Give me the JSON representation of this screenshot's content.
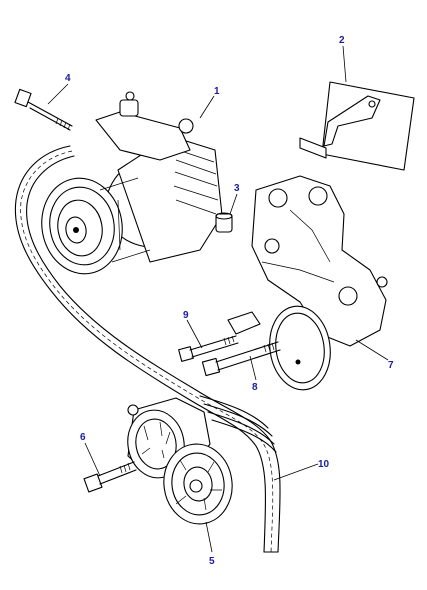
{
  "callouts": [
    {
      "id": "1",
      "text": "1"
    },
    {
      "id": "2",
      "text": "2"
    },
    {
      "id": "3",
      "text": "3"
    },
    {
      "id": "4",
      "text": "4"
    },
    {
      "id": "5",
      "text": "5"
    },
    {
      "id": "6",
      "text": "6"
    },
    {
      "id": "7",
      "text": "7"
    },
    {
      "id": "8",
      "text": "8"
    },
    {
      "id": "9",
      "text": "9"
    },
    {
      "id": "10",
      "text": "10"
    }
  ],
  "colors": {
    "callout_text": "#1a1aa0",
    "line_art": "#000000",
    "background": "#ffffff"
  }
}
